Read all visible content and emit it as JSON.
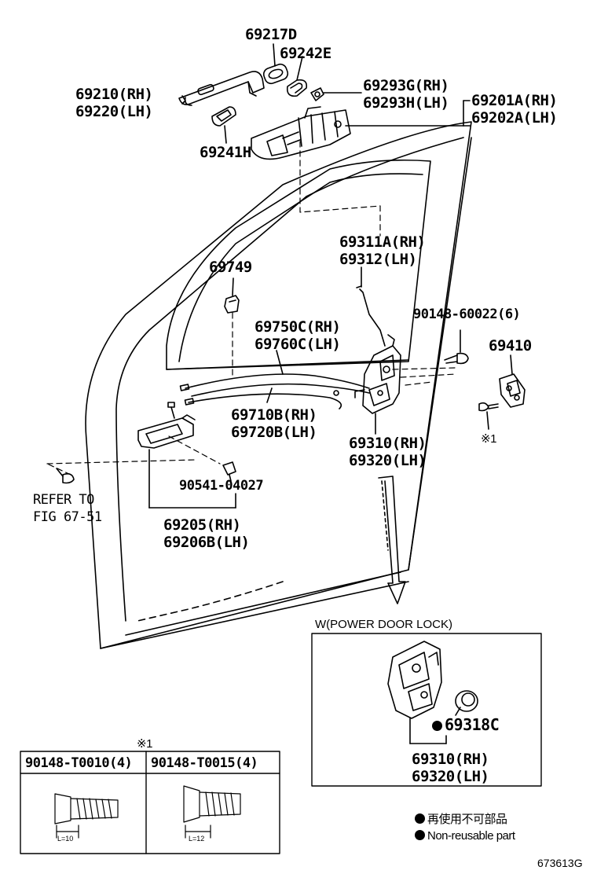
{
  "parts": {
    "p69217d": "69217D",
    "p69242e": "69242E",
    "p69210": [
      "69210(RH)",
      "69220(LH)"
    ],
    "p69293": [
      "69293G(RH)",
      "69293H(LH)"
    ],
    "p69201": [
      "69201A(RH)",
      "69202A(LH)"
    ],
    "p69241h": "69241H",
    "p69311": [
      "69311A(RH)",
      "69312(LH)"
    ],
    "p69749": "69749",
    "p90148_60022": "90148-60022(6)",
    "p69750": [
      "69750C(RH)",
      "69760C(LH)"
    ],
    "p69410": "69410",
    "p69710": [
      "69710B(RH)",
      "69720B(LH)"
    ],
    "p69310": [
      "69310(RH)",
      "69320(LH)"
    ],
    "asterisk1": "※1",
    "refer": [
      "REFER TO",
      "FIG 67-51"
    ],
    "p90541": "90541-04027",
    "p69205": [
      "69205(RH)",
      "69206B(LH)"
    ]
  },
  "power_box": {
    "title": "W(POWER DOOR LOCK)",
    "p69318c": "69318C",
    "p69310": [
      "69310(RH)",
      "69320(LH)"
    ]
  },
  "fastener_table": {
    "marker": "※1",
    "cols": [
      {
        "part": "90148-T0010(4)",
        "length": "L=10"
      },
      {
        "part": "90148-T0015(4)",
        "length": "L=12"
      }
    ]
  },
  "legend": {
    "jp": "再使用不可部品",
    "en": "Non-reusable part"
  },
  "figure_id": "673613G"
}
